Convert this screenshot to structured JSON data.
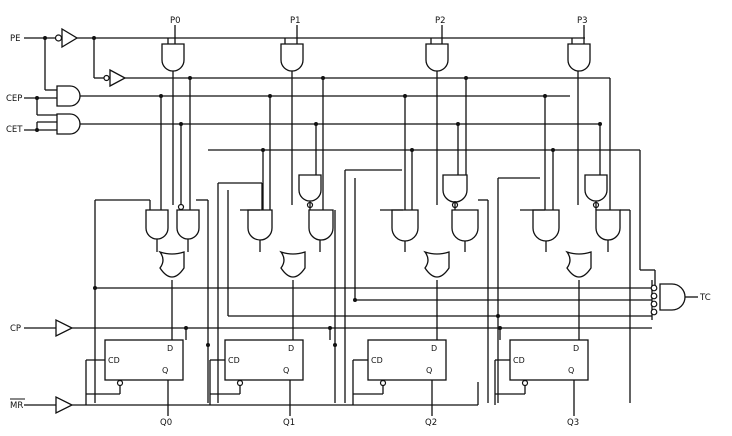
{
  "inputs": {
    "pe": "PE",
    "cep": "CEP",
    "cet": "CET",
    "cp": "CP",
    "mr": "MR"
  },
  "parallel_inputs": [
    "P0",
    "P1",
    "P2",
    "P3"
  ],
  "outputs": [
    "Q0",
    "Q1",
    "Q2",
    "Q3"
  ],
  "terminal_count": "TC",
  "flipflop_pins": {
    "clear": "CD",
    "data": "D",
    "output": "Q"
  }
}
